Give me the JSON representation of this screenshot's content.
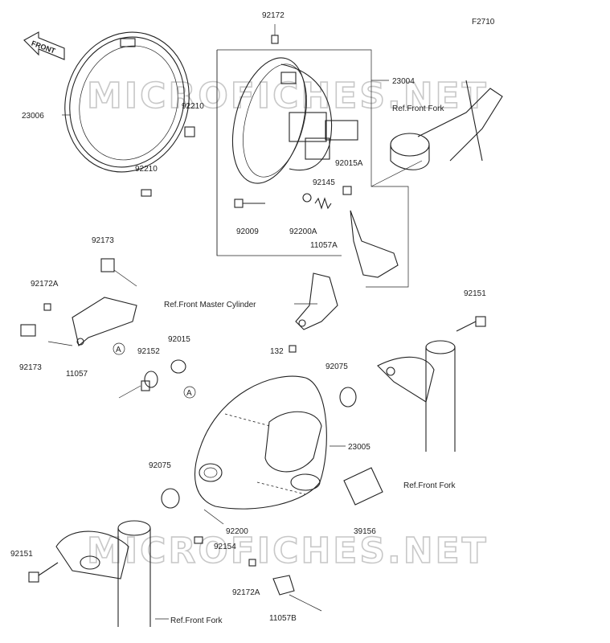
{
  "figure_code": "F2710",
  "front_arrow": "FRONT",
  "watermark": "MICROFICHES.NET",
  "callout_a": "A",
  "labels": {
    "p92172_top": "92172",
    "p23004": "23004",
    "ref_front_fork_top": "Ref.Front Fork",
    "p23006": "23006",
    "p92210_a": "92210",
    "p92210_b": "92210",
    "p92015A": "92015A",
    "p92145": "92145",
    "p92009": "92009",
    "p92200A": "92200A",
    "p11057A": "11057A",
    "p92173_top": "92173",
    "p92172A_left": "92172A",
    "p92173_bottom": "92173",
    "p11057": "11057",
    "ref_front_master_cylinder": "Ref.Front Master Cylinder",
    "p92151_right": "92151",
    "p132": "132",
    "p92015": "92015",
    "p92152": "92152",
    "p92075_right": "92075",
    "p23005": "23005",
    "ref_front_fork_right": "Ref.Front Fork",
    "p92075_left": "92075",
    "p39156": "39156",
    "p92200": "92200",
    "p92154": "92154",
    "p92151_left": "92151",
    "p92172A_bottom": "92172A",
    "p11057B": "11057B",
    "ref_front_fork_bottom": "Ref.Front Fork"
  }
}
